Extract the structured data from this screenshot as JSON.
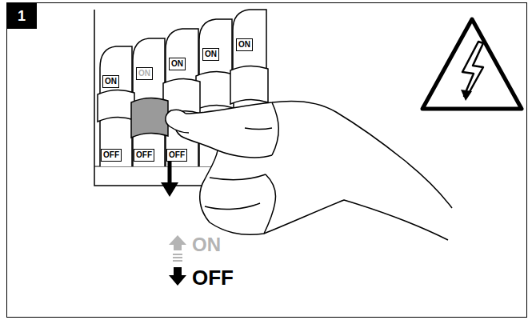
{
  "diagram": {
    "nodes": [
      {
        "text": [
          "1"
        ]
      }
    ],
    "labels": [
      "ON",
      "ON",
      "ON",
      "ON",
      "ON",
      "OFF",
      "OFF",
      "OFF",
      "ON",
      "OFF"
    ]
  }
}
